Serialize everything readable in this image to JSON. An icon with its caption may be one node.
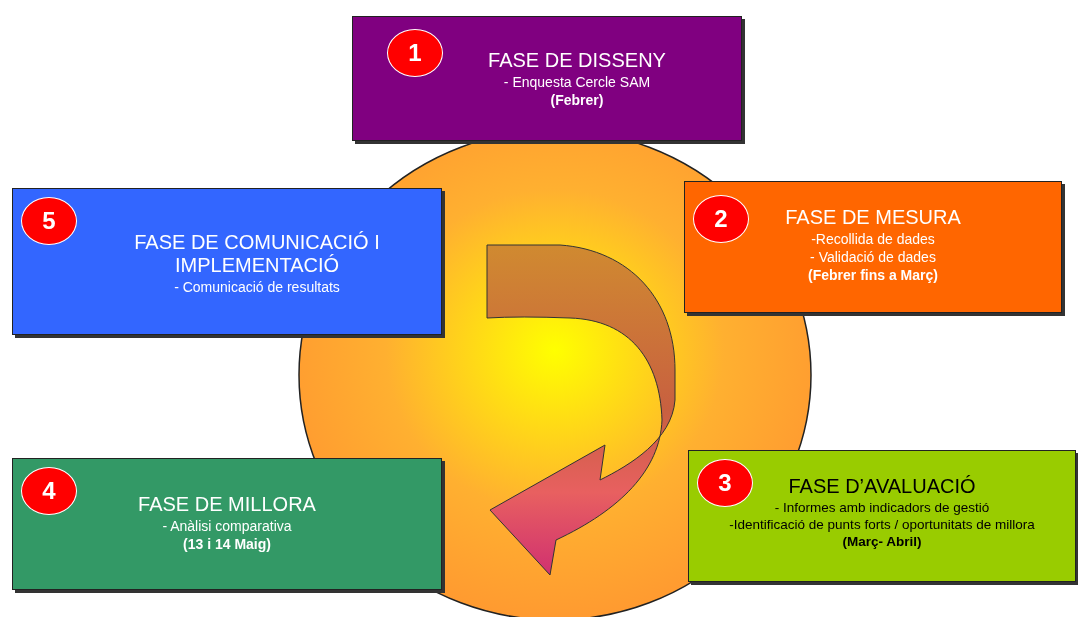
{
  "diagram": {
    "nodes": [
      {
        "text": [
          "FASE DE DISSENY",
          "- Enquesta Cercle SAM",
          "(Febrer)"
        ]
      },
      {
        "text": [
          "1"
        ],
        "in": 0
      },
      {
        "text": [
          "FASE DE COMUNICACIÓ I IMPLEMENTACIÓ",
          "-   Comunicació de resultats"
        ]
      },
      {
        "text": [
          "5"
        ],
        "in": 2
      },
      {
        "text": [
          "FASE DE MESURA",
          "-Recollida de dades",
          "- Validació de dades",
          "(Febrer fins a Març)"
        ]
      },
      {
        "text": [
          "2"
        ],
        "in": 4
      },
      {
        "text": [
          "FASE DE MILLORA",
          "- Anàlisi comparativa",
          "(13 i 14 Maig)"
        ]
      },
      {
        "text": [
          "4"
        ],
        "in": 6
      },
      {
        "text": [
          "FASE D’AVALUACIÓ",
          "-  Informes amb indicadors de gestió",
          "-Identificació de punts forts / oportunitats de millora",
          "(Març- Abril)"
        ]
      },
      {
        "text": [
          "3"
        ],
        "in": 8
      }
    ]
  }
}
